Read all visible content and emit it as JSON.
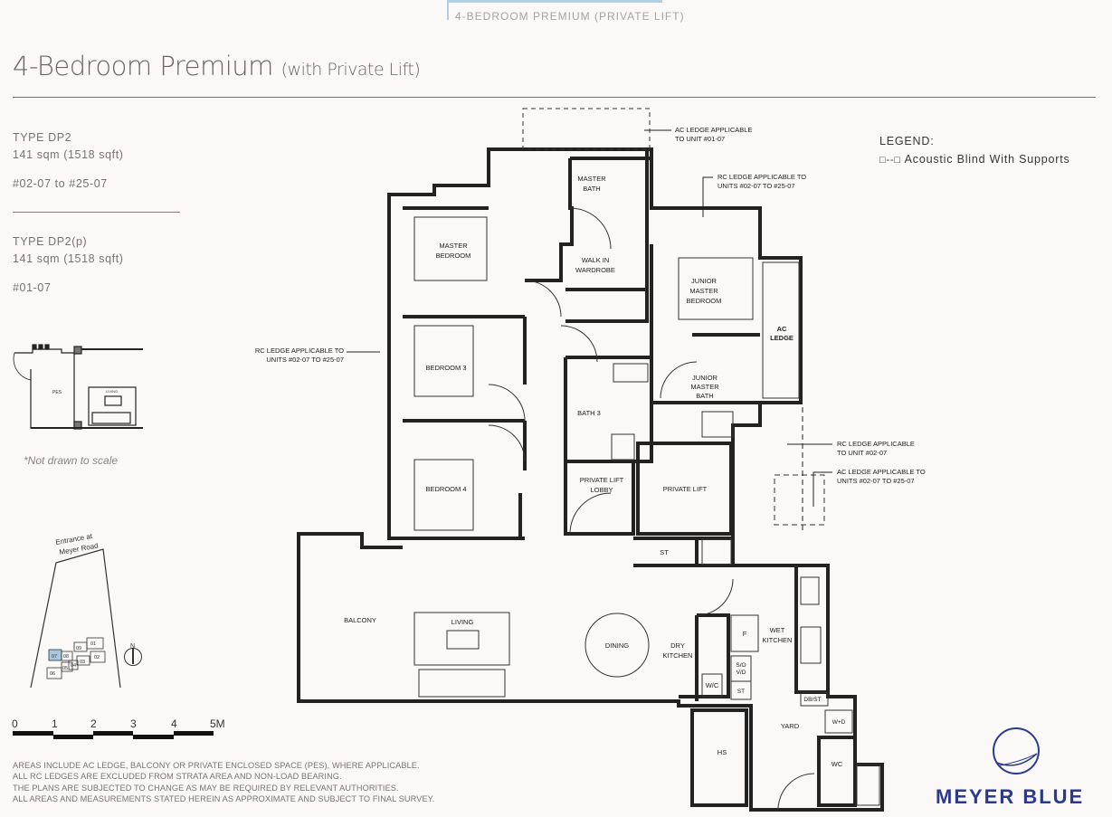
{
  "header": {
    "tab_label": "4-BEDROOM PREMIUM (PRIVATE LIFT)",
    "title_main": "4-Bedroom Premium",
    "title_sub": "(with Private Lift)"
  },
  "types": [
    {
      "name": "TYPE DP2",
      "area": "141 sqm (1518 sqft)",
      "units": "#02-07 to #25-07"
    },
    {
      "name": "TYPE DP2(p)",
      "area": "141 sqm (1518 sqft)",
      "units": "#01-07"
    }
  ],
  "inset": {
    "pes_label": "PES",
    "living_label": "LIVING",
    "note": "*Not drawn to scale"
  },
  "site_plan": {
    "entrance": "Entrance at",
    "entrance_road": "Meyer Road",
    "blocks": [
      "01",
      "02",
      "03",
      "04",
      "05",
      "06",
      "07",
      "08",
      "09"
    ],
    "north": "N",
    "highlight_color": "#a9c6dc"
  },
  "scale": {
    "labels": [
      "0",
      "1",
      "2",
      "3",
      "4",
      "5M"
    ]
  },
  "legend": {
    "title": "LEGEND:",
    "item": "Acoustic Blind With Supports"
  },
  "notes": [
    "AREAS INCLUDE AC LEDGE, BALCONY OR PRIVATE ENCLOSED SPACE (PES), WHERE APPLICABLE.",
    "ALL RC LEDGES ARE EXCLUDED FROM STRATA AREA AND NON-LOAD BEARING.",
    "THE PLANS ARE SUBJECTED TO CHANGE AS MAY BE REQUIRED BY RELEVANT AUTHORITIES.",
    "ALL AREAS AND MEASUREMENTS STATED HEREIN AS APPROXIMATE AND SUBJECT TO FINAL SURVEY."
  ],
  "annotations": {
    "ac_ledge_0107": [
      "AC LEDGE APPLICABLE",
      "TO UNIT #01-07"
    ],
    "rc_ledge_top": [
      "RC LEDGE APPLICABLE TO",
      "UNITS #02-07 TO #25-07"
    ],
    "rc_ledge_left": [
      "RC LEDGE APPLICABLE TO",
      "UNITS #02-07 TO #25-07"
    ],
    "rc_ledge_0207": [
      "RC LEDGE APPLICABLE",
      "TO UNIT #02-07"
    ],
    "ac_ledge_right": [
      "AC LEDGE APPLICABLE TO",
      "UNITS #02-07 TO #25-07"
    ]
  },
  "rooms": {
    "master_bedroom": [
      "MASTER",
      "BEDROOM"
    ],
    "master_bath": [
      "MASTER",
      "BATH"
    ],
    "walk_in_wardrobe": [
      "WALK IN",
      "WARDROBE"
    ],
    "junior_master_bedroom": [
      "JUNIOR",
      "MASTER",
      "BEDROOM"
    ],
    "ac_ledge": [
      "AC",
      "LEDGE"
    ],
    "bedroom3": "BEDROOM 3",
    "bedroom4": "BEDROOM 4",
    "bath3": "BATH 3",
    "junior_master_bath": [
      "JUNIOR",
      "MASTER",
      "BATH"
    ],
    "private_lift_lobby": [
      "PRIVATE LIFT",
      "LOBBY"
    ],
    "private_lift": "PRIVATE LIFT",
    "st1": "ST",
    "balcony": "BALCONY",
    "living": "LIVING",
    "dining": "DINING",
    "dry_kitchen": [
      "DRY",
      "KITCHEN"
    ],
    "wet_kitchen": [
      "WET",
      "KITCHEN"
    ],
    "fridge": "F",
    "so_vd": [
      "S/O",
      "V/D"
    ],
    "st2": "ST",
    "wc_cabinet": "W/C",
    "db_st": "DB/ST",
    "wd": "W+D",
    "yard": "YARD",
    "hs": "HS",
    "wc": "WC"
  },
  "brand": {
    "name": "MEYER BLUE",
    "color": "#2c3a8c"
  }
}
